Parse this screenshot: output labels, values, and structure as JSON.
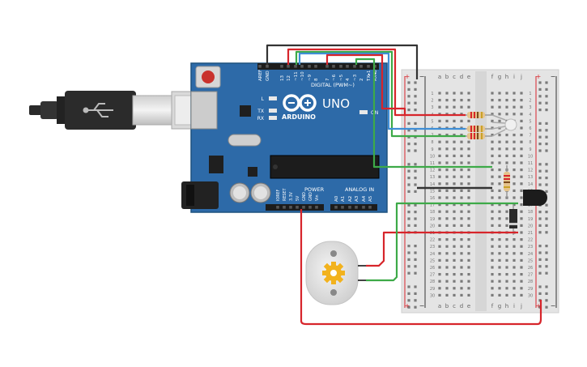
{
  "board": {
    "brand": "ARDUINO",
    "model": "UNO",
    "digital_label": "DIGITAL (PWM~)",
    "power_label": "POWER",
    "analog_label": "ANALOG IN",
    "led_l": "L",
    "led_tx": "TX",
    "led_rx": "RX",
    "led_on": "ON",
    "top_pins": [
      "AREF",
      "GND",
      "13",
      "12",
      "~11",
      "~10",
      "~9",
      "8",
      "7",
      "~6",
      "~5",
      "4",
      "~3",
      "2",
      "TX▸1",
      "RX◂0"
    ],
    "power_pins": [
      "IOREF",
      "RESET",
      "3.3V",
      "5V",
      "GND",
      "GND",
      "Vin"
    ],
    "analog_pins": [
      "A0",
      "A1",
      "A2",
      "A3",
      "A4",
      "A5"
    ]
  },
  "breadboard": {
    "cols_left": [
      "a",
      "b",
      "c",
      "d",
      "e"
    ],
    "cols_right": [
      "f",
      "g",
      "h",
      "i",
      "j"
    ],
    "rows": [
      "1",
      "2",
      "3",
      "4",
      "5",
      "6",
      "7",
      "8",
      "9",
      "10",
      "11",
      "12",
      "13",
      "14",
      "15",
      "16",
      "17",
      "18",
      "19",
      "20",
      "21",
      "22",
      "23",
      "24",
      "25",
      "26",
      "27",
      "28",
      "29",
      "30"
    ],
    "rail_plus": "+",
    "rail_minus": "−"
  },
  "colors": {
    "board": "#2d6aa8",
    "wire_red": "#d7252b",
    "wire_black": "#333333",
    "wire_green": "#3daa48",
    "wire_blue": "#3f8ed6",
    "breadboard": "#e4e4e4",
    "motor_gear": "#f2b21d"
  }
}
